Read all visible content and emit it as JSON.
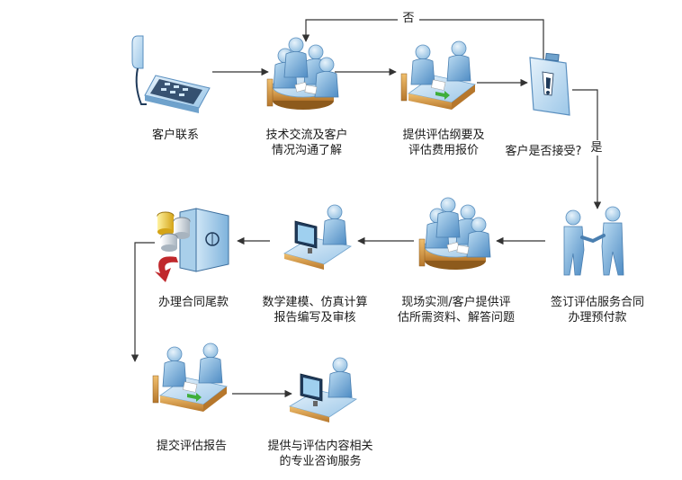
{
  "steps": {
    "customer_contact": {
      "label": "客户联系",
      "icon": "telephone-icon"
    },
    "tech_exchange": {
      "line1": "技术交流及客户",
      "line2": "情况沟通了解",
      "icon": "round-table-meeting-icon"
    },
    "provide_outline": {
      "line1": "提供评估纲要及",
      "line2": "评估费用报价",
      "icon": "document-handover-icon"
    },
    "accept_question": {
      "label": "客户是否接受?",
      "icon": "clipboard-exclamation-icon"
    },
    "sign_contract": {
      "line1": "签订评估服务合同",
      "line2": "办理预付款",
      "icon": "handshake-icon"
    },
    "onsite_survey": {
      "line1": "现场实测/客户提供评",
      "line2": "估所需资料、解答问题",
      "icon": "round-table-meeting-icon"
    },
    "modeling": {
      "line1": "数学建模、仿真计算",
      "line2": "报告编写及审核",
      "icon": "computer-workstation-icon"
    },
    "final_payment": {
      "label": "办理合同尾款",
      "icon": "coins-safe-icon"
    },
    "submit_report": {
      "label": "提交评估报告",
      "icon": "document-handover-icon"
    },
    "consulting": {
      "line1": "提供与评估内容相关",
      "line2": "的专业咨询服务",
      "icon": "computer-workstation-icon"
    }
  },
  "branches": {
    "no_label": "否",
    "yes_label": "是"
  },
  "colors": {
    "arrow": "#333333",
    "person_skin": "#a9cfea",
    "person_shirt": "#6fa7d6",
    "table_wood": "#d79b4a",
    "table_top": "#bcd9ef",
    "green_arrow": "#3fae3a",
    "red_arrow": "#c0282c"
  }
}
